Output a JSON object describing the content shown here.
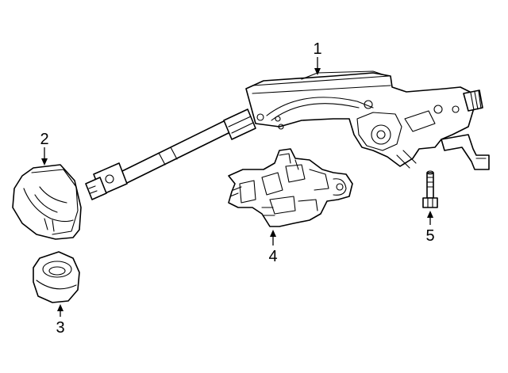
{
  "callouts": [
    {
      "number": "1",
      "part": "steering-column-assembly"
    },
    {
      "number": "2",
      "part": "upper-shroud"
    },
    {
      "number": "3",
      "part": "lower-shroud"
    },
    {
      "number": "4",
      "part": "switch-assembly"
    },
    {
      "number": "5",
      "part": "bolt"
    }
  ],
  "colors": {
    "line": "#000000",
    "fill": "#ffffff"
  }
}
